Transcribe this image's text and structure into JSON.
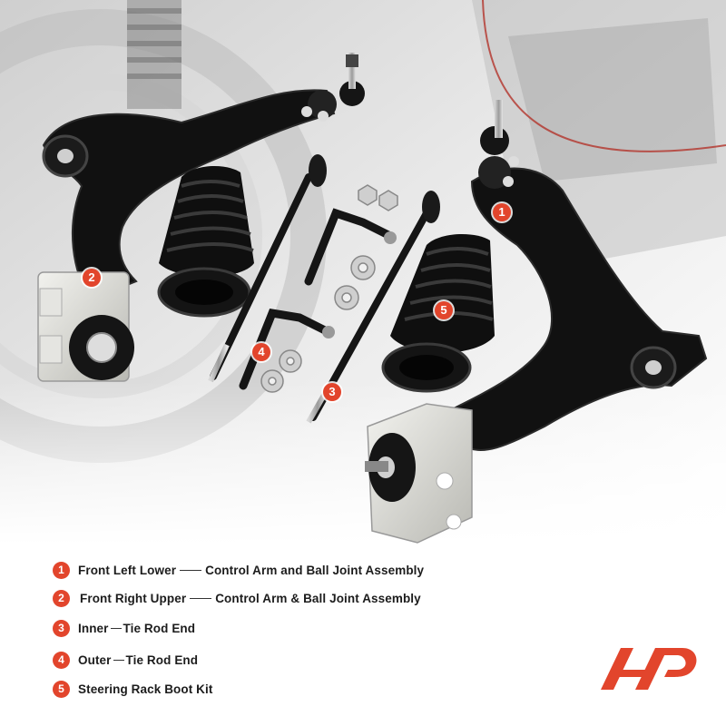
{
  "callouts": [
    {
      "num": "1"
    },
    {
      "num": "2"
    },
    {
      "num": "3"
    },
    {
      "num": "4"
    },
    {
      "num": "5"
    }
  ],
  "legend": [
    {
      "num": "1",
      "part": "Front Left Lower",
      "desc": "Control Arm and Ball Joint Assembly"
    },
    {
      "num": "2",
      "part": "Front Right Upper",
      "desc": "Control Arm & Ball Joint Assembly"
    },
    {
      "num": "3",
      "part": "Inner",
      "desc": "Tie Rod End"
    },
    {
      "num": "4",
      "part": "Outer",
      "desc": "Tie Rod End"
    },
    {
      "num": "5",
      "part": "Steering Rack Boot Kit",
      "desc": ""
    }
  ],
  "colors": {
    "accent": "#e2452c",
    "text": "#1c1c1c",
    "metal": "#111111"
  },
  "icons": [
    "brand-logo-icon"
  ]
}
